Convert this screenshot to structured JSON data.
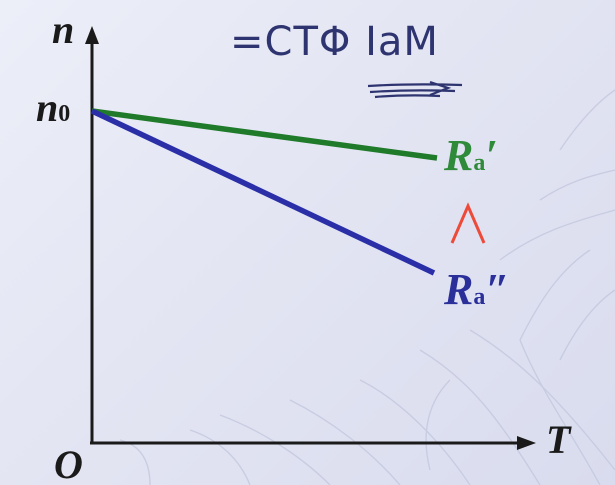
{
  "axes": {
    "y_label": "n",
    "x_label": "T",
    "origin_label": "O",
    "y_intercept_label": {
      "main": "n",
      "sub": "0"
    }
  },
  "lines": [
    {
      "label_main": "R",
      "label_sub": "a",
      "label_prime": "′",
      "color": "#1f7a2a"
    },
    {
      "label_main": "R",
      "label_sub": "a",
      "label_prime": "″",
      "color": "#2a2fa8"
    }
  ],
  "comparison": {
    "symbol": "∧",
    "color": "#ee4a3a"
  },
  "handwriting": {
    "top_text": "=CTΦ IaM",
    "color": "#2e3470"
  },
  "colors": {
    "axis": "#1a1a1a",
    "background": "#e4e6f4"
  }
}
